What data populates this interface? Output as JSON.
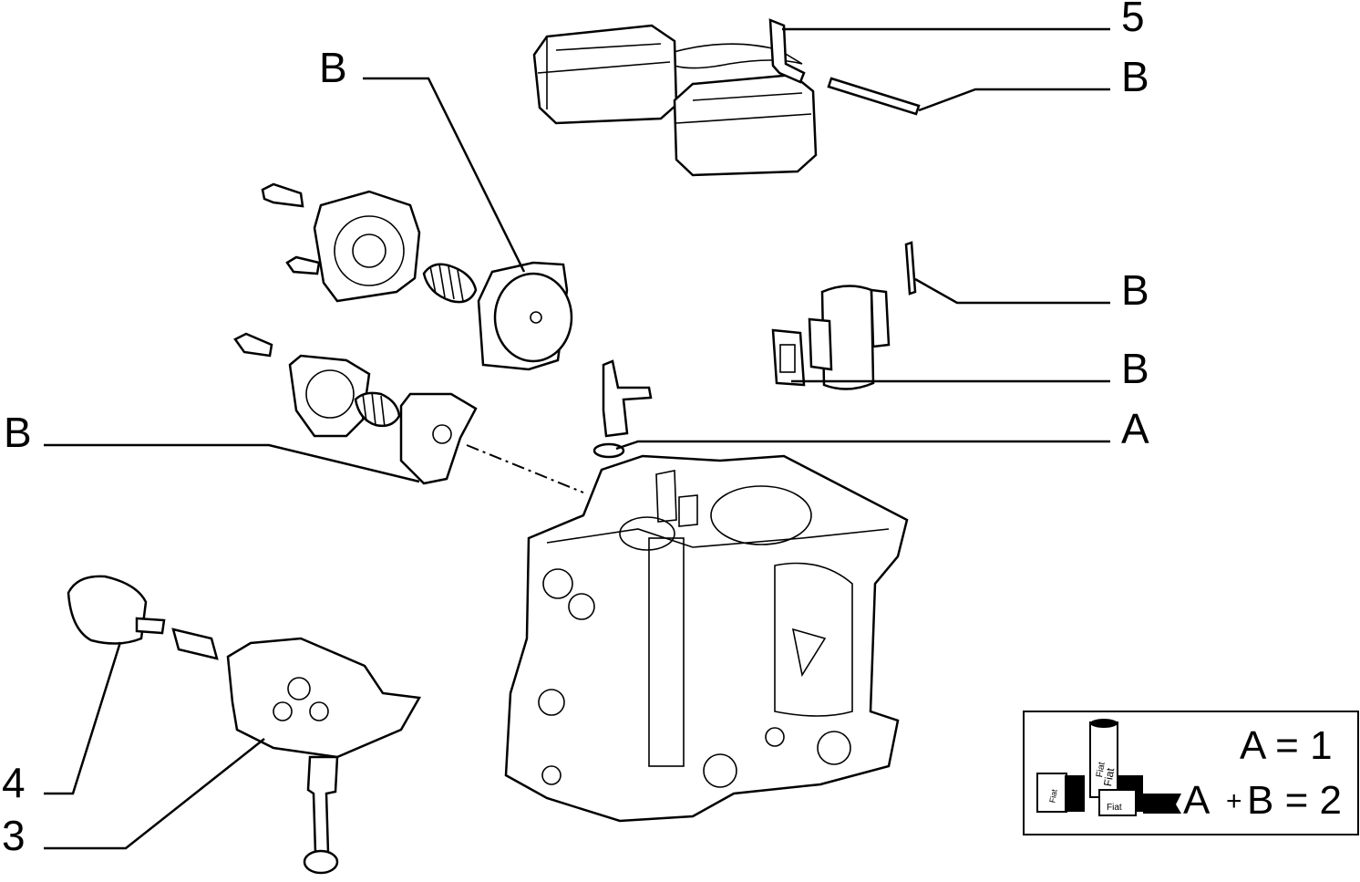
{
  "callouts": {
    "c5": "5",
    "b_float_pin": "B",
    "b_diaphragm_top": "B",
    "b_float_pin_right": "B",
    "b_needle_seal": "B",
    "a_washer": "A",
    "b_diaphragm_left": "B",
    "c4": "4",
    "c3": "3"
  },
  "legend": {
    "line1": "A = 1",
    "line2_a": "A",
    "line2_plus": "+",
    "line2_b": "B = 2",
    "kit_label_1": "Fiat",
    "kit_label_2": "Fiat",
    "kit_label_3": "Fiat",
    "kit_label_4": "Fiat"
  }
}
